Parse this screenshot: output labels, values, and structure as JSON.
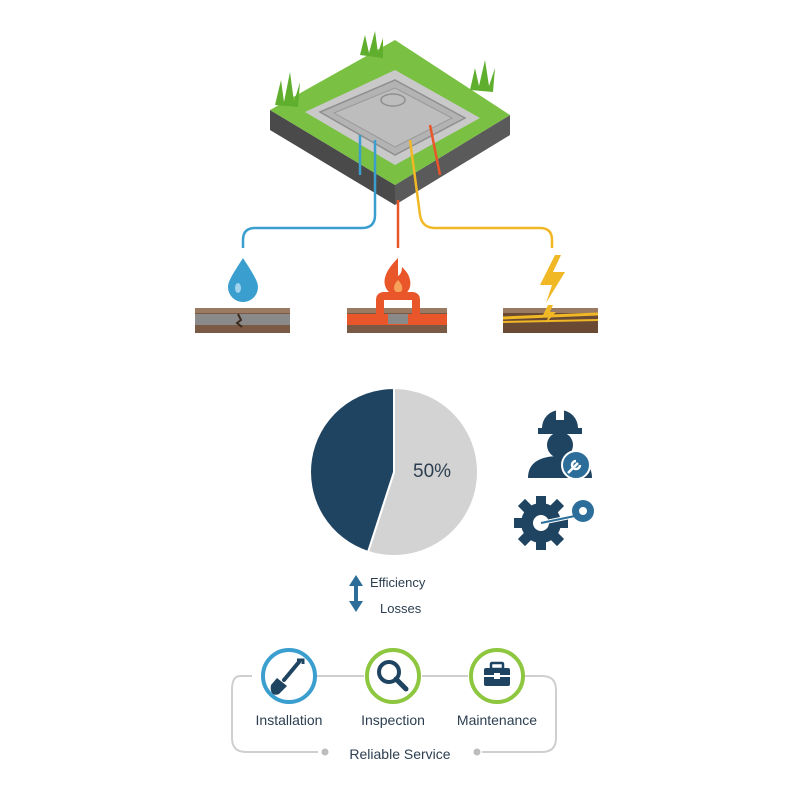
{
  "chart_data": {
    "type": "pie",
    "labels": [
      "",
      ""
    ],
    "values": [
      45,
      55
    ],
    "colors": [
      "#1f4462",
      "#d3d3d3"
    ],
    "annotations": [
      "50%"
    ]
  },
  "legend": {
    "up_label": "Efficiency",
    "down_label": "Losses"
  },
  "utilities": [
    {
      "icon": "water-drop-icon",
      "color": "#3a9ecf"
    },
    {
      "icon": "gas-flame-icon",
      "color": "#e8562a"
    },
    {
      "icon": "electric-bolt-icon",
      "color": "#f1b826"
    }
  ],
  "services": [
    {
      "label": "Installation",
      "icon": "shovel-icon",
      "ring": "#3a9ecf"
    },
    {
      "label": "Inspection",
      "icon": "magnifier-icon",
      "ring": "#8dc63f"
    },
    {
      "label": "Maintenance",
      "icon": "toolbox-icon",
      "ring": "#8dc63f"
    }
  ],
  "footer": {
    "label": "Reliable Service"
  }
}
